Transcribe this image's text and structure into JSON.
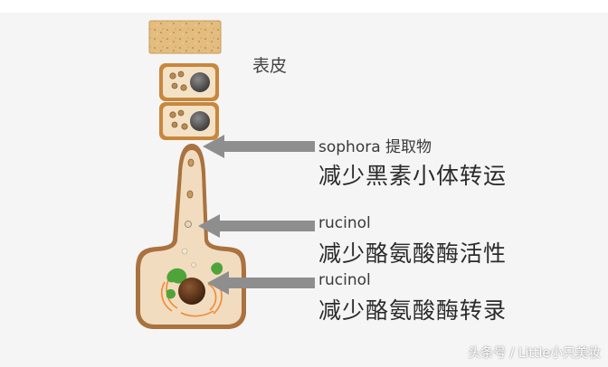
{
  "labels": {
    "epidermis": "表皮",
    "annotation_1": {
      "agent": "sophora 提取物",
      "effect": "减少黑素小体转运"
    },
    "annotation_2": {
      "agent": "rucinol",
      "effect": "减少酪氨酸酶活性"
    },
    "annotation_3": {
      "agent": "rucinol",
      "effect": "减少酪氨酸酶转录"
    }
  },
  "watermark": "头条号 / Little小只美妆",
  "colors": {
    "background": "#f5f5f5",
    "arrow": "#8e8e8e",
    "melanocyte_fill": "#f1dcc0",
    "melanocyte_border": "#8b5a2b",
    "nucleus": "#5a3218",
    "green_organelle": "#4ea43a",
    "orange_filament": "#f08a2e",
    "keratinocyte_nucleus": "#4d4d4d",
    "stratum_corneum": "#e0b878"
  }
}
